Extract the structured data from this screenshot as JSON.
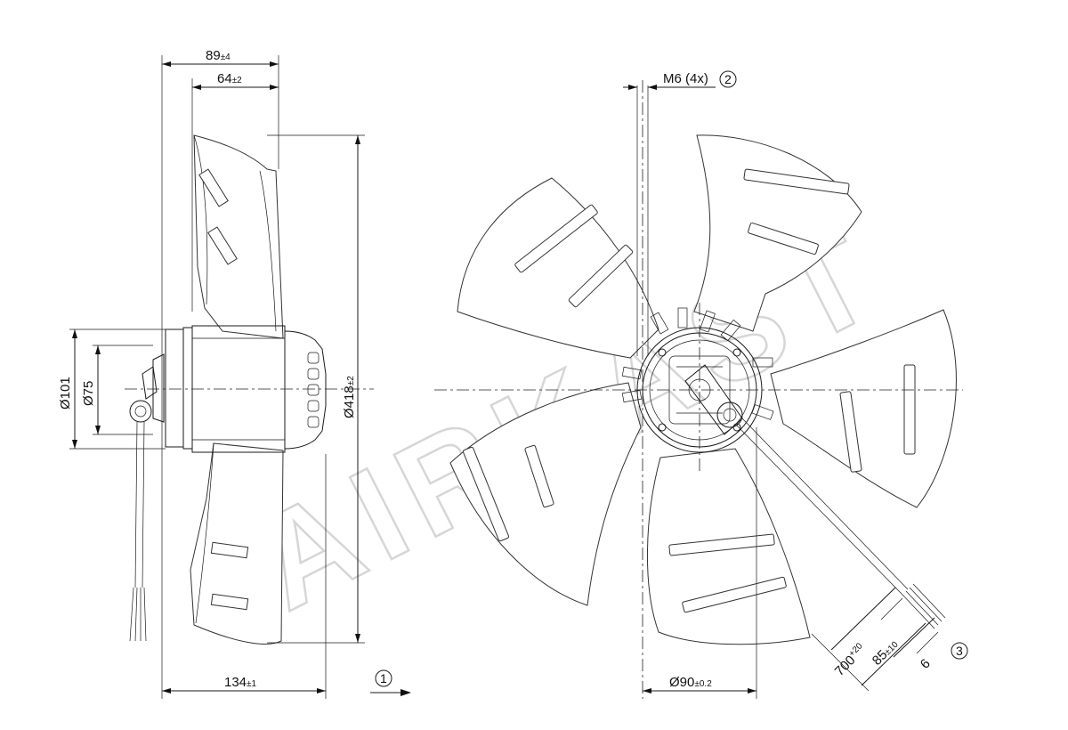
{
  "watermark": "AIRKAST",
  "dimensions": {
    "overall_depth": {
      "value": "89",
      "tol": "±4"
    },
    "blade_depth": {
      "value": "64",
      "tol": "±2"
    },
    "rotor_length": {
      "value": "134",
      "tol": "±1"
    },
    "outer_diameter": {
      "value": "Ø418",
      "tol": "±2"
    },
    "flange_diameter": {
      "value": "Ø101"
    },
    "hub_diameter": {
      "value": "Ø75"
    },
    "bolt_circle": {
      "value": "Ø90",
      "tol": "±0.2"
    },
    "mount_thread": {
      "value": "M6 (4x)"
    },
    "cable_length": {
      "value": "700",
      "tol": "+20"
    },
    "strip_length": {
      "value": "85",
      "tol": "±10"
    },
    "wire_strip": {
      "value": "6"
    }
  },
  "callouts": [
    "1",
    "2",
    "3"
  ]
}
